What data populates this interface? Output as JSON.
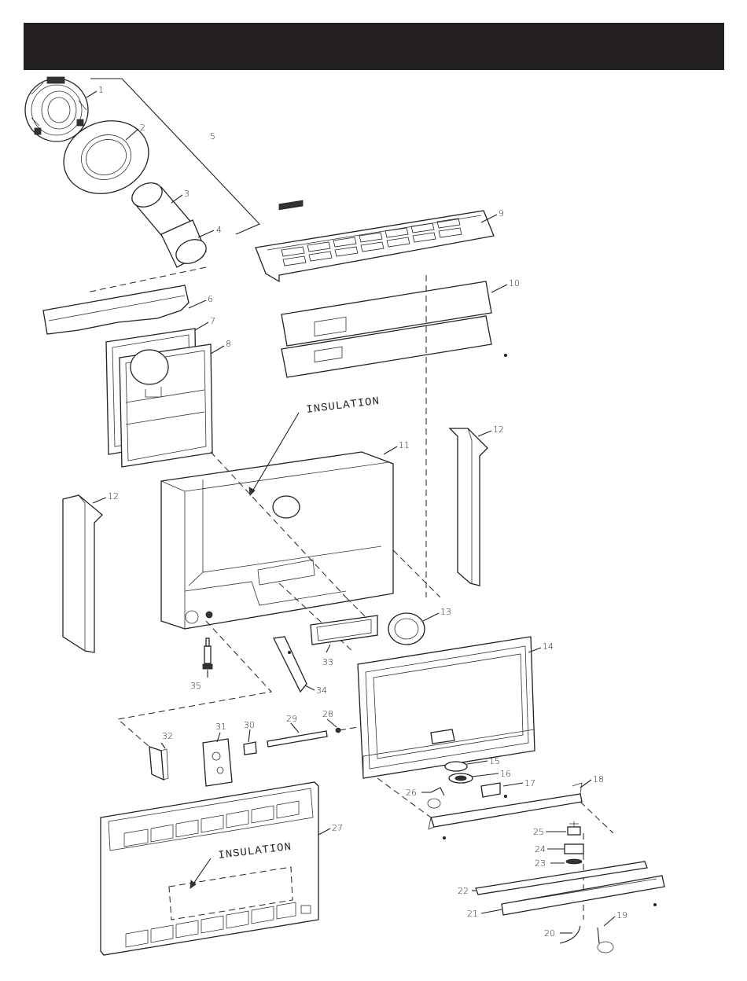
{
  "header": {
    "background": "#231f20"
  },
  "labels": {
    "insulation_top": "INSULATION",
    "insulation_front": "INSULATION",
    "p1": "1",
    "p2": "2",
    "p3": "3",
    "p4": "4",
    "p5": "5",
    "p6": "6",
    "p7": "7",
    "p8": "8",
    "p9": "9",
    "p10": "10",
    "p11": "11",
    "p12a": "12",
    "p12b": "12",
    "p13": "13",
    "p14": "14",
    "p15": "15",
    "p16": "16",
    "p17": "17",
    "p18": "18",
    "p19": "19",
    "p20": "20",
    "p21": "21",
    "p22": "22",
    "p23": "23",
    "p24": "24",
    "p25": "25",
    "p26": "26",
    "p27": "27",
    "p28": "28",
    "p29": "29",
    "p30": "30",
    "p31": "31",
    "p32": "32",
    "p33": "33",
    "p34": "34",
    "p35": "35"
  }
}
